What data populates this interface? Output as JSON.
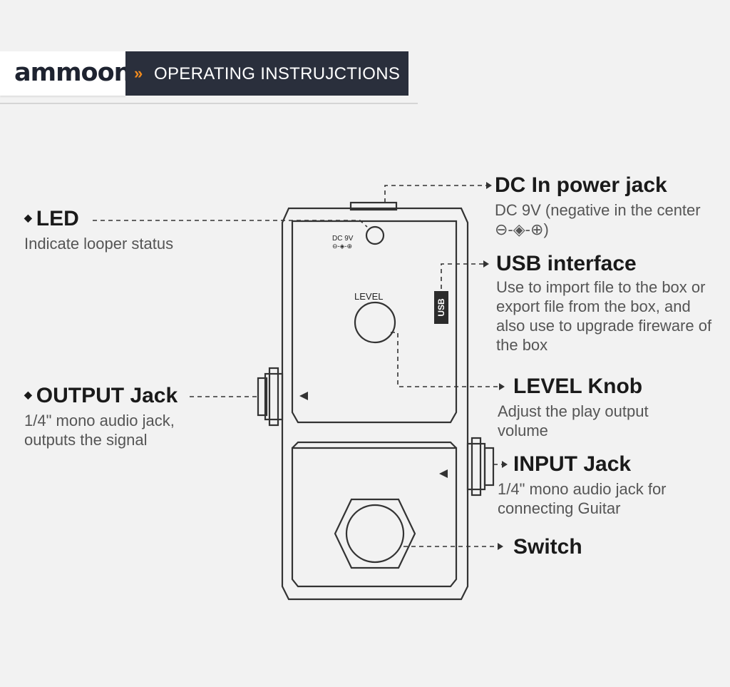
{
  "header": {
    "logo": "ammoon",
    "chevrons": "»",
    "title": "OPERATING INSTRUJCTIONS"
  },
  "device": {
    "dc_label": "DC 9V",
    "level_label": "LEVEL",
    "usb_label": "USB"
  },
  "labels": {
    "led": {
      "title": "LED",
      "desc": "Indicate looper status"
    },
    "dc": {
      "title": "DC In power jack",
      "desc": "DC 9V (negative in the center ⊖-◈-⊕)"
    },
    "usb": {
      "title": "USB interface",
      "desc": "Use to import file to the box or export file from the box, and also use to upgrade fireware of the box"
    },
    "level": {
      "title": "LEVEL Knob",
      "desc": "Adjust the play output volume"
    },
    "output": {
      "title": "OUTPUT Jack",
      "desc": "1/4\" mono audio jack, outputs the signal"
    },
    "input": {
      "title": "INPUT Jack",
      "desc": "1/4\" mono audio jack for connecting Guitar"
    },
    "switch": {
      "title": "Switch",
      "desc": ""
    }
  },
  "colors": {
    "header_bg": "#2a2f3c",
    "accent": "#f08a1e",
    "line": "#333333"
  }
}
